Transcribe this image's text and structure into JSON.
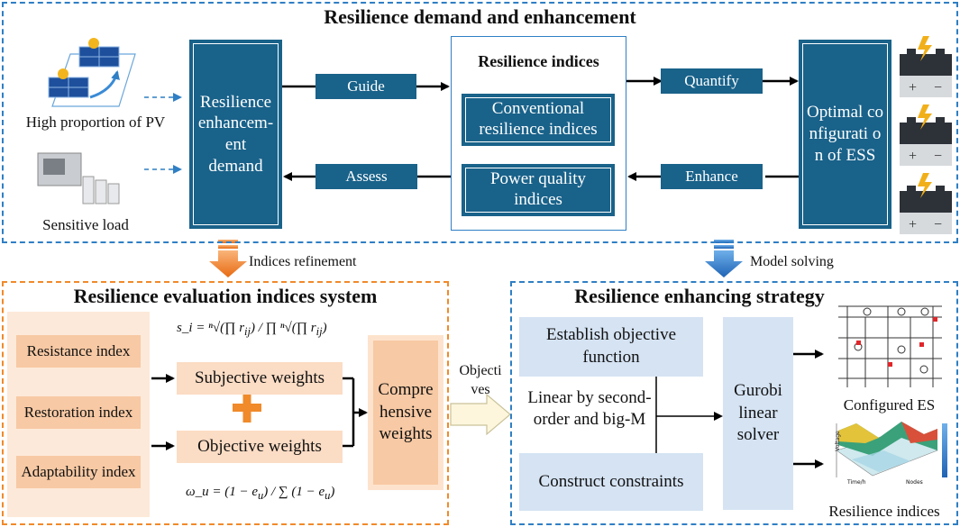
{
  "top": {
    "title": "Resilience demand and enhancement",
    "pv_label": "High proportion of PV",
    "load_label": "Sensitive load",
    "demand_box": "Resilience enhancem-ent demand",
    "guide": "Guide",
    "assess": "Assess",
    "indices_title": "Resilience indices",
    "conventional": "Conventional resilience indices",
    "power_quality": "Power quality indices",
    "quantify": "Quantify",
    "enhance": "Enhance",
    "optimal": "Optimal configurati on of ESS"
  },
  "links": {
    "refinement": "Indices refinement",
    "solving": "Model solving",
    "objectives": "Objecti ves"
  },
  "left": {
    "title": "Resilience evaluation indices system",
    "resistance": "Resistance index",
    "restoration": "Restoration index",
    "adaptability": "Adaptability index",
    "subjective": "Subjective weights",
    "objective": "Objective weights",
    "plus": "+",
    "comprehensive": "Compre hensive weights",
    "formula_s": "s_i",
    "formula_w": "ω_u"
  },
  "right": {
    "title": "Resilience enhancing strategy",
    "establish": "Establish objective function",
    "linear": "Linear by second-order and big-M",
    "construct": "Construct constraints",
    "gurobi": "Gurobi linear solver",
    "configured": "Configured ES",
    "indices": "Resilience indices",
    "axis_time": "Time/h",
    "axis_nodes": "Nodes",
    "axis_voltage": "Voltage"
  }
}
